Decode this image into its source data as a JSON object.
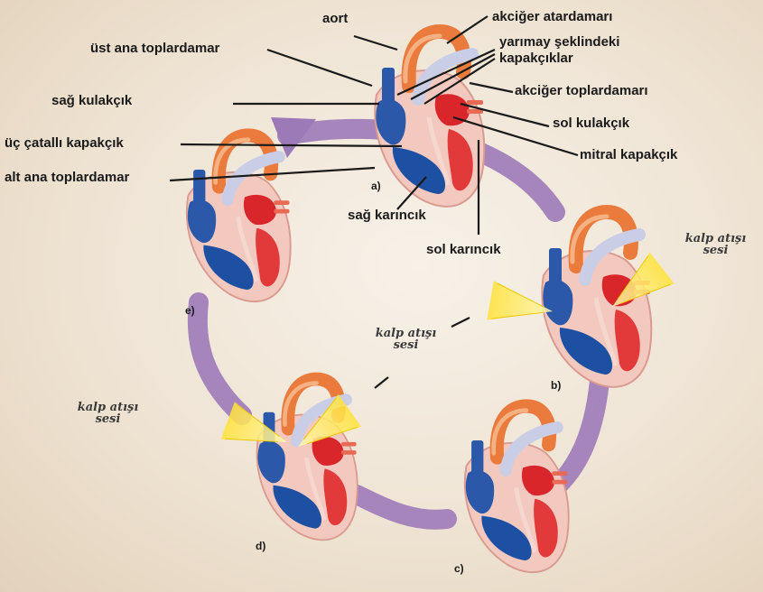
{
  "labels": {
    "aort": "aort",
    "akciger_atardamari": "akciğer atardamarı",
    "ust_ana_toplardamar": "üst ana toplardamar",
    "yarimay_1": "yarımay şeklindeki",
    "yarimay_2": "kapakçıklar",
    "sag_kulakcik": "sağ kulakçık",
    "akciger_toplardamari": "akciğer toplardamarı",
    "sol_kulakcik": "sol kulakçık",
    "uc_catalli": "üç çatallı kapakçık",
    "mitral": "mitral kapakçık",
    "alt_ana_toplardamar": "alt ana toplardamar",
    "sag_karincik": "sağ karıncık",
    "sol_karincik": "sol karıncık"
  },
  "steps": {
    "a": "a)",
    "b": "b)",
    "c": "c)",
    "d": "d)",
    "e": "e)"
  },
  "heart_sound": {
    "line1": "kalp atışı",
    "line2": "sesi"
  },
  "colors": {
    "background": "#efe4d4",
    "cycle_arrow": "#9c7ab8",
    "arterial_red": "#d8262b",
    "venous_blue": "#1d4fa3",
    "aorta_orange": "#ea7b3c",
    "muscle_pink": "#f2c4bd",
    "sound_yellow": "#ffe84a"
  }
}
